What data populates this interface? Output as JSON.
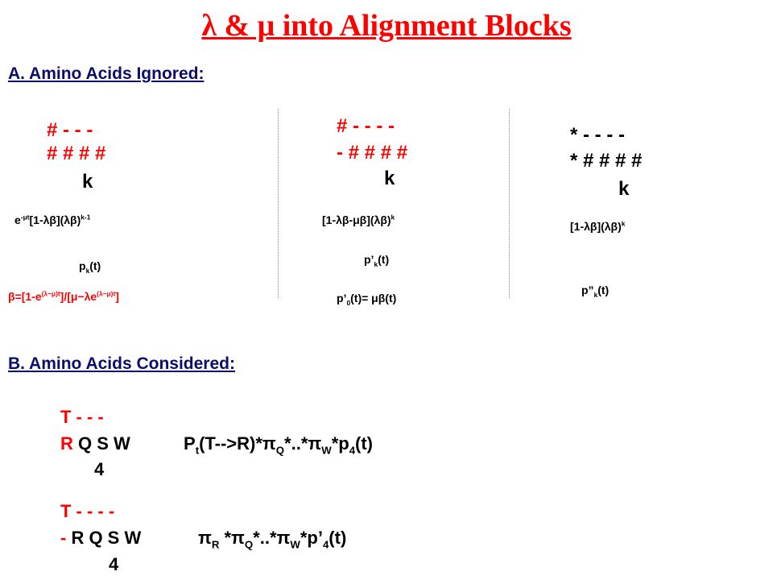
{
  "title": "λ & μ into Alignment Blocks",
  "sectionA": {
    "heading": "A. Amino Acids Ignored:",
    "col1": {
      "line1": "# - - -",
      "line2": "# # # #",
      "k": "k",
      "formula_e": "e",
      "formula_e_exp": "-μt",
      "formula_mid": "[1-λβ](λβ)",
      "formula_exp": "k-1",
      "p_base": "p",
      "p_sub": "k",
      "p_arg": "(t)",
      "beta_prefix": "β=[1-e",
      "beta_exp1": "(λ−μ)t",
      "beta_middle": "]/[μ−λe",
      "beta_exp2": "(λ−μ)t",
      "beta_suffix": "]"
    },
    "col2": {
      "line1": "# - - - -",
      "line2": "- # # # #",
      "k": "k",
      "formula_base": "[1-λβ-μβ](λβ)",
      "formula_exp": "k",
      "p_base": "p’",
      "p_sub": "k",
      "p_arg": "(t)",
      "p0_base": "p’",
      "p0_sub": "0",
      "p0_rest": "(t)= μβ(t)"
    },
    "col3": {
      "line1": "* - - - -",
      "line2": "* # # # #",
      "k": "k",
      "formula_base": "[1-λβ](λβ)",
      "formula_exp": "k",
      "p_base": "p”",
      "p_sub": "k",
      "p_arg": "(t)"
    }
  },
  "sectionB": {
    "heading": "B. Amino Acids Considered:",
    "ex1": {
      "line1": "T - - -",
      "line2_red": "R",
      "line2_rest": "Q S W",
      "count": "4",
      "expr_P": "P",
      "expr_P_sub": "t",
      "expr_a": "(T-->R)*π",
      "expr_a_sub": "Q",
      "expr_b": "*..*π",
      "expr_b_sub": "W",
      "expr_c": "*p",
      "expr_c_sub": "4",
      "expr_d": "(t)"
    },
    "ex2": {
      "line1": "T - - - -",
      "line2_red": "-",
      "line2_rest": "R Q S W",
      "count": "4",
      "expr_pi1": "π",
      "expr_pi1_sub": "R",
      "expr_a": "*π",
      "expr_a_sub": "Q",
      "expr_b": "*..*π",
      "expr_b_sub": "W",
      "expr_c": "*p’",
      "expr_c_sub": "4",
      "expr_d": "(t)"
    }
  }
}
